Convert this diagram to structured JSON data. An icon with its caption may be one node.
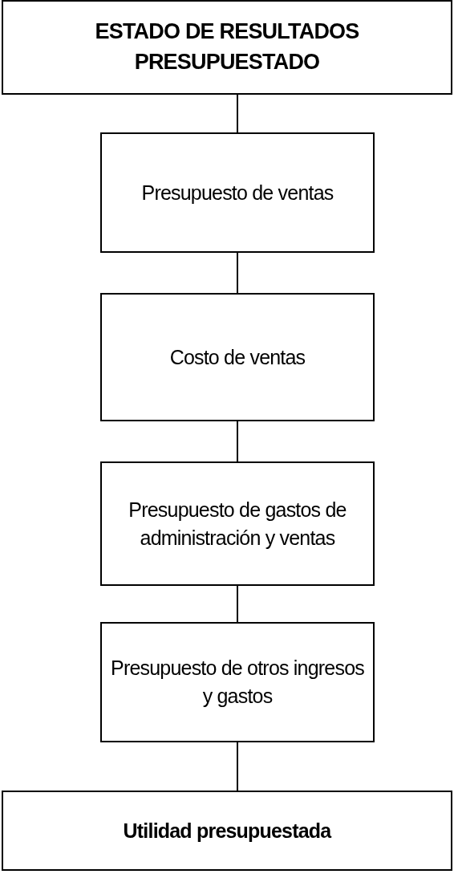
{
  "diagram": {
    "nodes": [
      {
        "text": [
          "ESTADO DE RESULTADOS PRESUPUESTADO"
        ]
      },
      {
        "text": [
          "Presupuesto de ventas"
        ]
      },
      {
        "text": [
          "Costo de ventas"
        ]
      },
      {
        "text": [
          "Presupuesto de gastos de administración y ventas"
        ]
      },
      {
        "text": [
          "Presupuesto de otros ingresos y gastos"
        ]
      },
      {
        "text": [
          "Utilidad presupuestada"
        ]
      }
    ],
    "edges": [
      {
        "from": 0,
        "to": 1,
        "arrow": "none"
      },
      {
        "from": 1,
        "to": 2,
        "arrow": "none"
      },
      {
        "from": 2,
        "to": 3,
        "arrow": "none"
      },
      {
        "from": 3,
        "to": 4,
        "arrow": "none"
      },
      {
        "from": 4,
        "to": 5,
        "arrow": "none"
      }
    ]
  }
}
